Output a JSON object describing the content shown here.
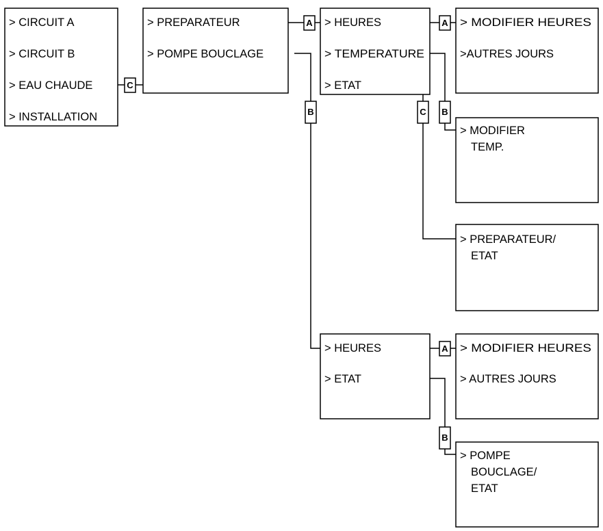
{
  "menus": {
    "main": [
      "> CIRCUIT A",
      "> CIRCUIT B",
      "> EAU CHAUDE",
      "> INSTALLATION"
    ],
    "eau_chaude": [
      "> PREPARATEUR",
      "> POMPE BOUCLAGE"
    ],
    "preparateur": [
      "> HEURES",
      "> TEMPERATURE",
      "> ETAT"
    ],
    "prep_heures": [
      "> MODIFIER HEURES",
      ">AUTRES JOURS"
    ],
    "prep_temp": [
      "> MODIFIER",
      "TEMP."
    ],
    "prep_etat": [
      "> PREPARATEUR/",
      "ETAT"
    ],
    "pompe": [
      "> HEURES",
      "> ETAT"
    ],
    "pompe_heures": [
      "> MODIFIER HEURES",
      "> AUTRES JOURS"
    ],
    "pompe_etat": [
      "> POMPE",
      "BOUCLAGE/",
      "ETAT"
    ]
  },
  "tags": {
    "main_to_eau_chaude": "C",
    "prep_to_heures": "A",
    "prep_heures_to_modif": "A",
    "prep_temp_to_modif": "B",
    "prep_etat_to_view": "C",
    "eau_to_pompe": "B",
    "pompe_heures_to_modif": "A",
    "pompe_etat_to_view": "B"
  }
}
